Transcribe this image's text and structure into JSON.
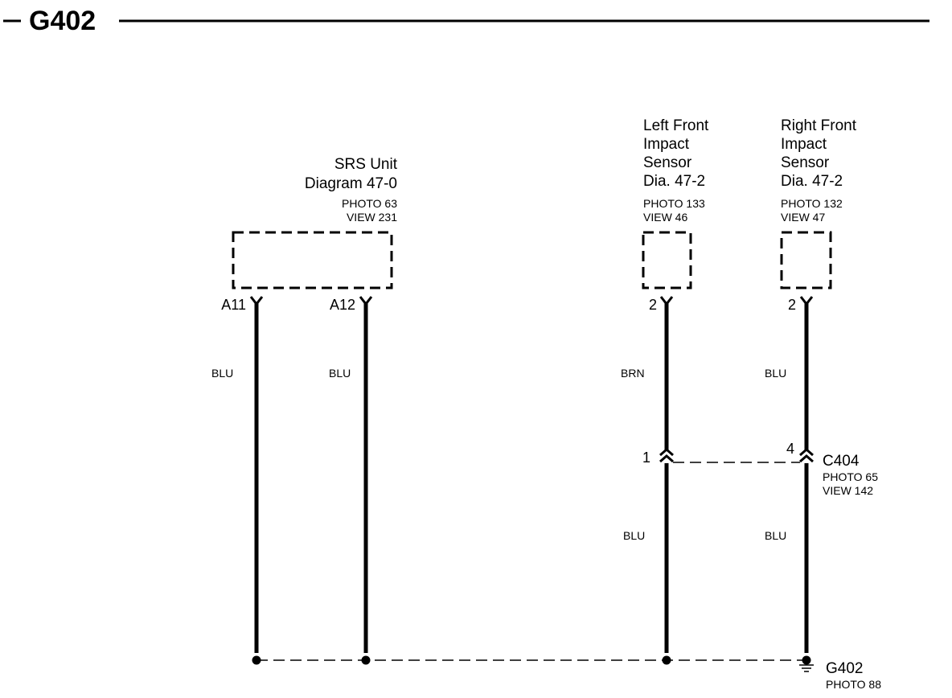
{
  "title": "G402",
  "srs_unit": {
    "name": "SRS Unit",
    "diagram": "Diagram 47-0",
    "photo": "PHOTO 63",
    "view": "VIEW 231",
    "pins": [
      "A11",
      "A12"
    ]
  },
  "left_sensor": {
    "line1": "Left Front",
    "line2": "Impact",
    "line3": "Sensor",
    "diagram": "Dia. 47-2",
    "photo": "PHOTO 133",
    "view": "VIEW 46",
    "pin": "2"
  },
  "right_sensor": {
    "line1": "Right Front",
    "line2": "Impact",
    "line3": "Sensor",
    "diagram": "Dia. 47-2",
    "photo": "PHOTO 132",
    "view": "VIEW 47",
    "pin": "2"
  },
  "wires": {
    "a11_color": "BLU",
    "a12_color": "BLU",
    "left_upper_color": "BRN",
    "right_upper_color": "BLU",
    "left_lower_color": "BLU",
    "right_lower_color": "BLU"
  },
  "connector": {
    "name": "C404",
    "photo": "PHOTO 65",
    "view": "VIEW 142",
    "left_pin": "1",
    "right_pin": "4"
  },
  "ground": {
    "name": "G402",
    "photo": "PHOTO 88"
  }
}
